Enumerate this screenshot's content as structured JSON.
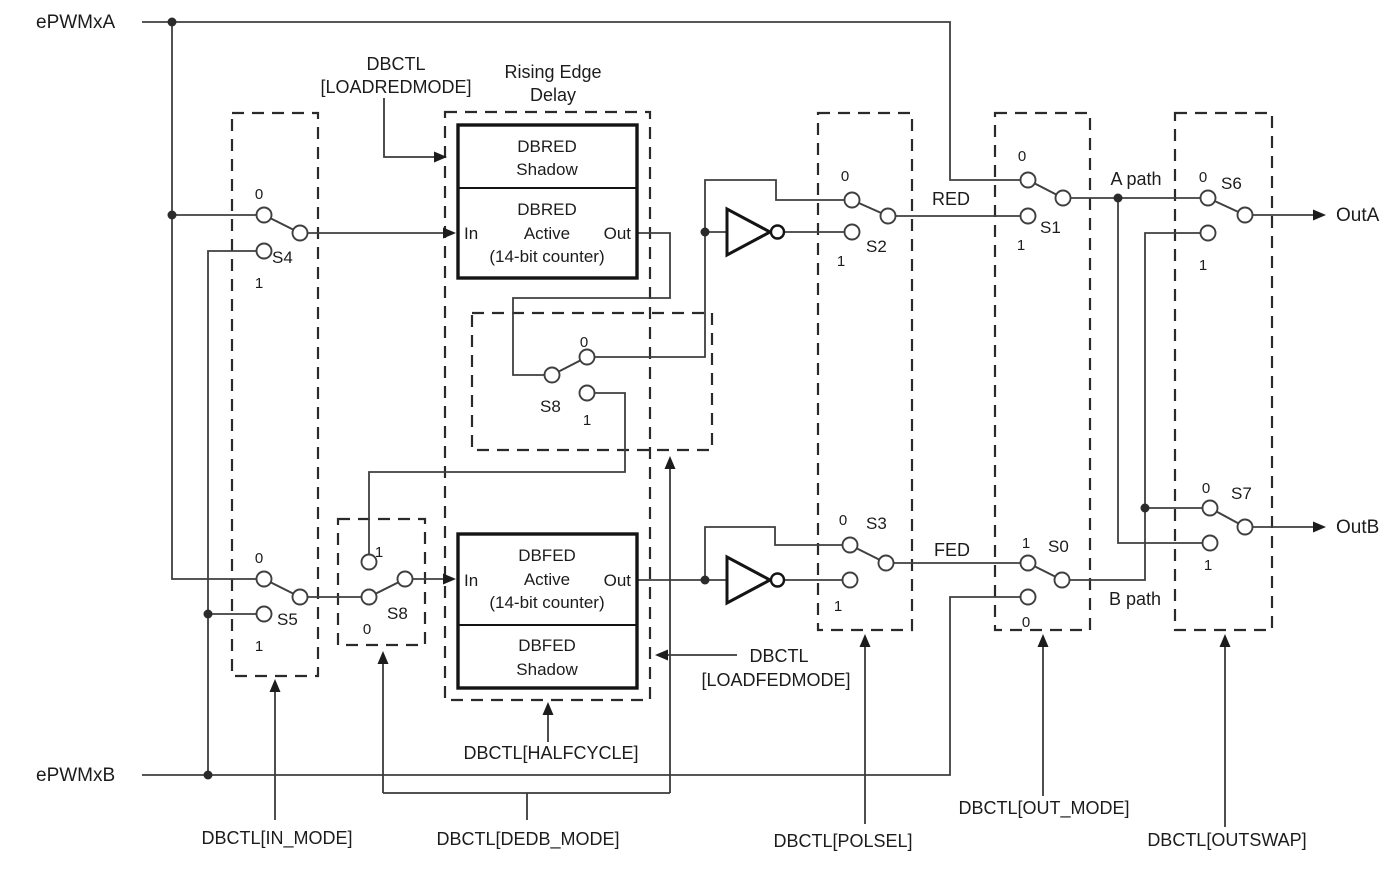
{
  "colors": {
    "background": "#ffffff",
    "wire": "#3f3f3f",
    "block_border": "#141414",
    "text": "#1c1c1c"
  },
  "io": {
    "input_a": "ePWMxA",
    "input_b": "ePWMxB",
    "output_a": "OutA",
    "output_b": "OutB"
  },
  "signals": {
    "red": "RED",
    "fed": "FED",
    "a_path": "A path",
    "b_path": "B path"
  },
  "registers": {
    "loadredmode_line1": "DBCTL",
    "loadredmode_line2": "[LOADREDMODE]",
    "loadfedmode_line1": "DBCTL",
    "loadfedmode_line2": "[LOADFEDMODE]",
    "halfcycle": "DBCTL[HALFCYCLE]",
    "in_mode": "DBCTL[IN_MODE]",
    "dedb_mode": "DBCTL[DEDB_MODE]",
    "polsel": "DBCTL[POLSEL]",
    "out_mode": "DBCTL[OUT_MODE]",
    "outswap": "DBCTL[OUTSWAP]"
  },
  "blocks": {
    "rising_edge_line1": "Rising Edge",
    "rising_edge_line2": "Delay",
    "dbred_shadow_line1": "DBRED",
    "dbred_shadow_line2": "Shadow",
    "dbred_active_line1": "DBRED",
    "dbred_active_line2": "Active",
    "dbred_active_line3": "(14-bit counter)",
    "dbfed_active_line1": "DBFED",
    "dbfed_active_line2": "Active",
    "dbfed_active_line3": "(14-bit counter)",
    "dbfed_shadow_line1": "DBFED",
    "dbfed_shadow_line2": "Shadow",
    "in_port": "In",
    "out_port": "Out"
  },
  "switches": {
    "s0": "S0",
    "s1": "S1",
    "s2": "S2",
    "s3": "S3",
    "s4": "S4",
    "s5": "S5",
    "s6": "S6",
    "s7": "S7",
    "s8": "S8",
    "pos0": "0",
    "pos1": "1"
  }
}
